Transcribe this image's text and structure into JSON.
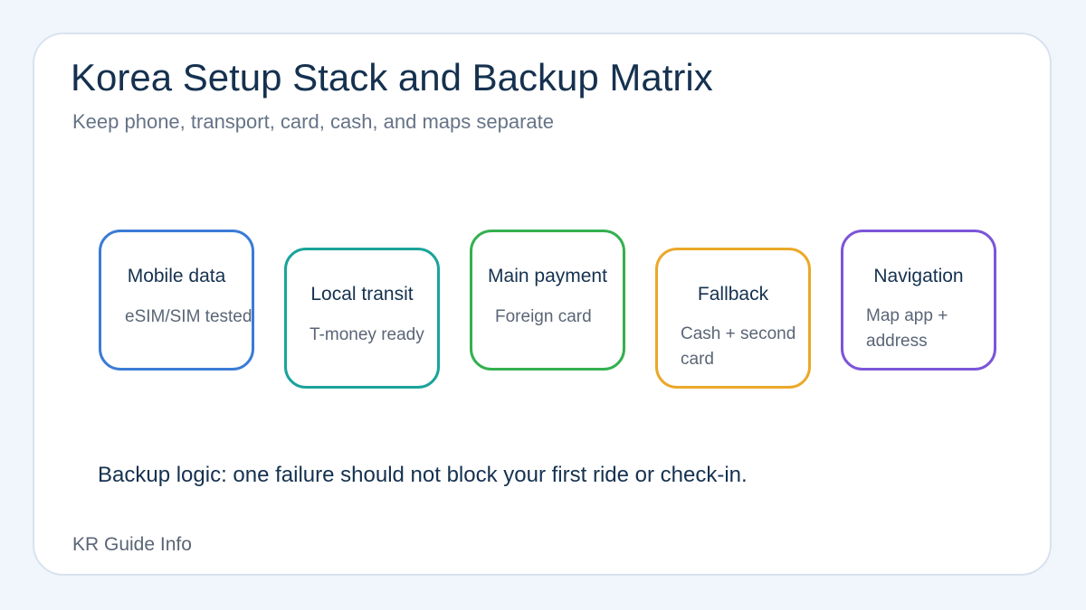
{
  "title": "Korea Setup Stack and Backup Matrix",
  "subtitle": "Keep phone, transport, card, cash, and maps separate",
  "steps": [
    {
      "title": "Mobile data",
      "detail": "eSIM/SIM tested",
      "color": "#3b7bd6"
    },
    {
      "title": "Local transit",
      "detail": "T-money ready",
      "color": "#1aa39a"
    },
    {
      "title": "Main payment",
      "detail": "Foreign card",
      "color": "#34b04f"
    },
    {
      "title": "Fallback",
      "detail": "Cash + second card",
      "color": "#eba829"
    },
    {
      "title": "Navigation",
      "detail": "Map app + address",
      "color": "#7c55d9"
    }
  ],
  "note": "Backup logic: one failure should not block your first ride or check-in.",
  "footer": "KR Guide Info"
}
